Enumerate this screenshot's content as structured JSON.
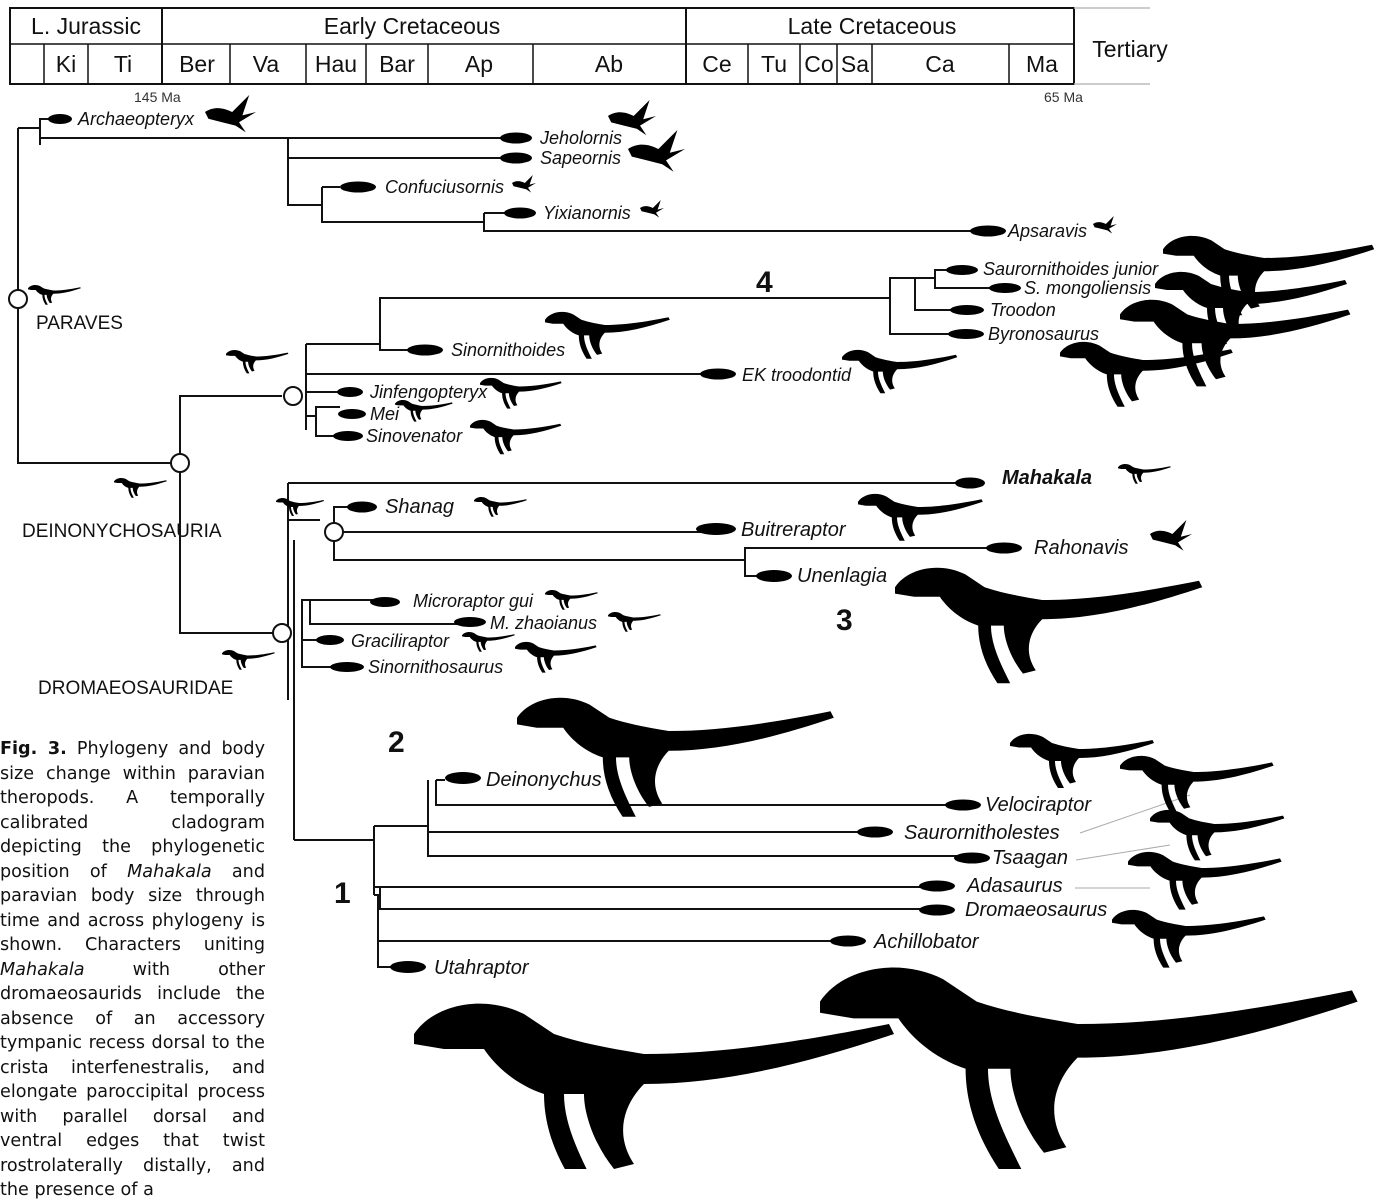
{
  "figure": {
    "periods": [
      "L. Jurassic",
      "Early Cretaceous",
      "Late Cretaceous",
      "Tertiary"
    ],
    "stages": [
      "Ki",
      "Ti",
      "Ber",
      "Va",
      "Hau",
      "Bar",
      "Ap",
      "Ab",
      "Ce",
      "Tu",
      "Co",
      "Sa",
      "Ca",
      "Ma"
    ],
    "time_marks": [
      "145 Ma",
      "65 Ma"
    ],
    "clades": [
      "PARAVES",
      "DEINONYCHOSAURIA",
      "DROMAEOSAURIDAE"
    ],
    "numbers": [
      "4",
      "3",
      "2",
      "1"
    ],
    "taxa": {
      "archaeopteryx": "Archaeopteryx",
      "jeholornis": "Jeholornis",
      "sapeornis": "Sapeornis",
      "confuciusornis": "Confuciusornis",
      "yixianornis": "Yixianornis",
      "apsaravis": "Apsaravis",
      "saurornithoides_junior": "Saurornithoides junior",
      "s_mongoliensis": "S. mongoliensis",
      "troodon": "Troodon",
      "byronosaurus": "Byronosaurus",
      "sinornithoides": "Sinornithoides",
      "ek_troodontid": "EK troodontid",
      "jinfengopteryx": "Jinfengopteryx",
      "mei": "Mei",
      "sinovenator": "Sinovenator",
      "mahakala": "Mahakala",
      "shanag": "Shanag",
      "buitreraptor": "Buitreraptor",
      "rahonavis": "Rahonavis",
      "unenlagia": "Unenlagia",
      "microraptor_gui": "Microraptor gui",
      "m_zhaoianus": "M. zhaoianus",
      "graciliraptor": "Graciliraptor",
      "sinornithosaurus": "Sinornithosaurus",
      "deinonychus": "Deinonychus",
      "velociraptor": "Velociraptor",
      "saurornitholestes": "Saurornitholestes",
      "tsaagan": "Tsaagan",
      "adasaurus": "Adasaurus",
      "dromaeosaurus": "Dromaeosaurus",
      "achillobator": "Achillobator",
      "utahraptor": "Utahraptor"
    }
  },
  "caption": {
    "label": "Fig. 3.",
    "part1": " Phylogeny and body size change within paravian theropods. A temporally calibrated cladogram depicting the phylogenetic position of ",
    "italic1": "Mahakala",
    "part2": " and paravian body size through time and across phylogeny is shown. Characters uniting ",
    "italic2": "Mahakala",
    "part3": " with other dromaeosaurids include the absence of an accessory tympanic recess dorsal to the crista interfenestralis, and elongate paroccipital process with parallel dorsal and ventral edges that twist rostrolaterally distally, and the presence of a"
  }
}
